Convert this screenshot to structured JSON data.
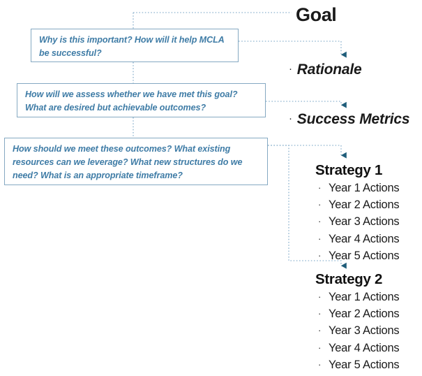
{
  "diagram": {
    "title": "Goal",
    "colors": {
      "box_border": "#85a9c2",
      "box_text": "#3f7ca6",
      "connector": "#8fb4cf",
      "arrowhead": "#1f5d7a",
      "node_text": "#1a1a1a",
      "background": "#ffffff"
    },
    "question_boxes": [
      {
        "id": "rationale-question",
        "text": "Why is this important? How will it help MCLA be successful?"
      },
      {
        "id": "success-metrics-question",
        "text": "How will we assess whether we have met this goal? What are desired but achievable outcomes?"
      },
      {
        "id": "strategy-question",
        "text": "How should we meet these outcomes? What existing resources can we leverage? What new structures do we need? What is an appropriate timeframe?"
      }
    ],
    "nodes": {
      "goal": "Goal",
      "rationale": "Rationale",
      "success_metrics": "Success Metrics",
      "bullet_glyph": "·"
    },
    "strategies": [
      {
        "title": "Strategy 1",
        "actions": [
          "Year 1 Actions",
          "Year 2 Actions",
          "Year 3 Actions",
          "Year 4 Actions",
          "Year 5 Actions"
        ]
      },
      {
        "title": "Strategy 2",
        "actions": [
          "Year 1 Actions",
          "Year 2 Actions",
          "Year 3 Actions",
          "Year 4 Actions",
          "Year 5 Actions"
        ]
      }
    ]
  }
}
